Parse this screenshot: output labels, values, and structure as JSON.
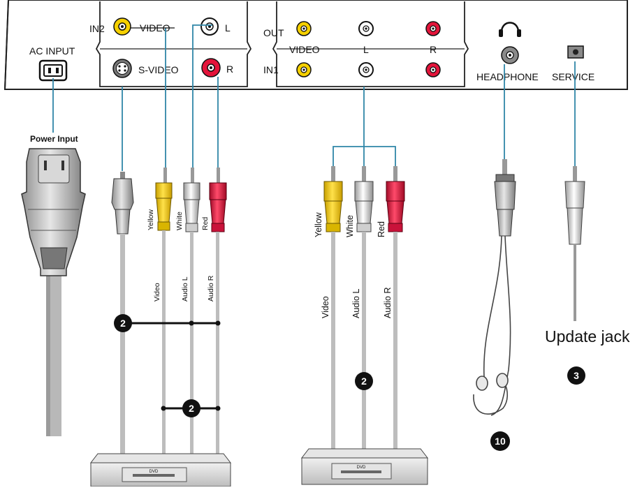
{
  "panel": {
    "ac_input": "AC INPUT",
    "in2": "IN2",
    "video": "VIDEO",
    "svideo": "S-VIDEO",
    "l": "L",
    "r": "R",
    "out": "OUT",
    "in1": "IN1",
    "headphone": "HEADPHONE",
    "service": "SERVICE"
  },
  "power_input_label": "Power Input",
  "left_cables": {
    "yellow": "Yellow",
    "white": "White",
    "red": "Red",
    "video": "Video",
    "audio_l": "Audio L",
    "audio_r": "Audio R"
  },
  "mid_cables": {
    "yellow": "Yellow",
    "white": "White",
    "red": "Red",
    "video": "Video",
    "audio_l": "Audio L",
    "audio_r": "Audio R"
  },
  "update_jack": "Update jack",
  "badges": {
    "two_a": "2",
    "two_b": "2",
    "two_c": "2",
    "three": "3",
    "ten": "10"
  },
  "colors": {
    "yellow": "#f5d000",
    "red": "#e3143a",
    "white": "#ffffff",
    "cable": "#2f86a8",
    "gray": "#c9c9c9"
  }
}
